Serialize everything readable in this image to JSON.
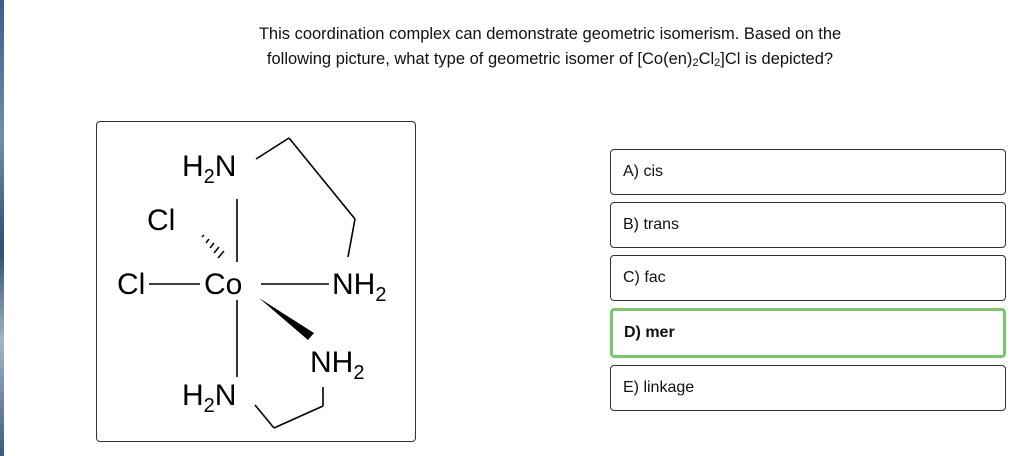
{
  "question": {
    "line1": "This coordination complex can demonstrate geometric isomerism. Based on the",
    "line2_before": "following picture, what type of geometric isomer of [Co(en)",
    "sub1": "2",
    "line2_mid": "Cl",
    "sub2": "2",
    "line2_after": "]Cl is depicted?"
  },
  "molecule": {
    "h2n_top": "H",
    "h2n_top_sub": "2",
    "h2n_top_n": "N",
    "cl_upper": "Cl",
    "cl_left": "Cl",
    "co": "Co",
    "nh2_right": "NH",
    "nh2_right_sub": "2",
    "nh2_lower": "NH",
    "nh2_lower_sub": "2",
    "h2n_bottom": "H",
    "h2n_bottom_sub": "2",
    "h2n_bottom_n": "N"
  },
  "choices": [
    {
      "label": "A) cis",
      "selected": false
    },
    {
      "label": "B) trans",
      "selected": false
    },
    {
      "label": "C) fac",
      "selected": false
    },
    {
      "label": "D) mer",
      "selected": true
    },
    {
      "label": "E) linkage",
      "selected": false
    }
  ]
}
